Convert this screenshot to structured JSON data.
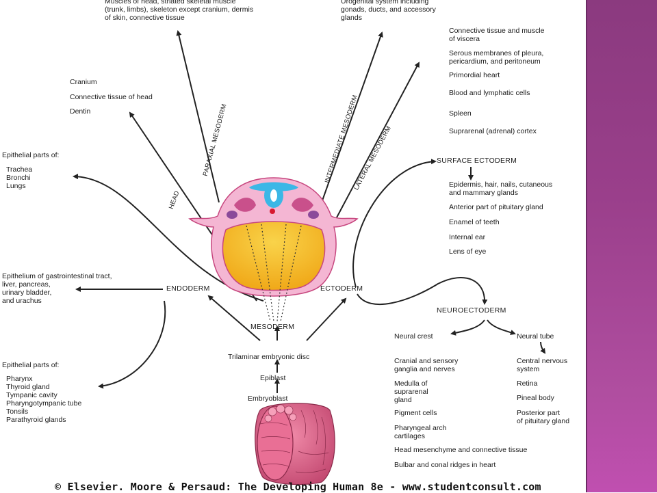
{
  "colors": {
    "stripe": "#9a3f8b",
    "embryo_pink": "#f4b6d3",
    "yolk": "#f5b321",
    "neural_tube": "#3bb7e6",
    "somite": "#c9508b",
    "notochord": "#d7192f"
  },
  "top": {
    "paraxial_targets": "Muscles of head, striated skeletal muscle\n(trunk, limbs), skeleton except cranium, dermis\nof skin, connective tissue",
    "intermediate_targets": "Urogenital system including\ngonads, ducts, and accessory\nglands"
  },
  "head_targets": [
    "Cranium",
    "Connective tissue of head",
    "Dentin"
  ],
  "lateral_targets": [
    "Connective tissue and muscle\nof viscera",
    "Serous membranes of pleura,\npericardium, and peritoneum",
    "Primordial heart",
    "Blood and lymphatic cells",
    "Spleen",
    "Suprarenal (adrenal) cortex"
  ],
  "arrow_labels": {
    "head": "HEAD",
    "paraxial": "PARAXIAL MESODERM",
    "intermediate": "INTERMEDIATE MESODERM",
    "lateral": "LATERAL MESODERM"
  },
  "left": {
    "epithelial_resp_title": "Epithelial parts of:",
    "epithelial_resp_items": "Trachea\nBronchi\nLungs",
    "gi": "Epithelium of gastrointestinal tract,\nliver, pancreas,\nurinary bladder,\nand urachus",
    "epithelial_phar_title": "Epithelial parts of:",
    "epithelial_phar_items": "Pharynx\nThyroid gland\nTympanic cavity\nPharyngotympanic tube\nTonsils\nParathyroid glands"
  },
  "layers": {
    "endoderm": "ENDODERM",
    "ectoderm": "ECTODERM",
    "mesoderm": "MESODERM",
    "trilaminar": "Trilaminar embryonic disc",
    "epiblast": "Epiblast",
    "embryoblast": "Embryoblast"
  },
  "surface_ectoderm": {
    "title": "SURFACE ECTODERM",
    "items": [
      "Epidermis, hair, nails, cutaneous\nand mammary glands",
      "Anterior part of pituitary gland",
      "Enamel of teeth",
      "Internal ear",
      "Lens of eye"
    ]
  },
  "neuroectoderm": {
    "title": "NEUROECTODERM",
    "neural_crest": "Neural crest",
    "neural_tube": "Neural tube",
    "crest_items": [
      "Cranial and sensory\nganglia and nerves",
      "Medulla of\nsuprarenal\ngland",
      "Pigment cells",
      "Pharyngeal arch\ncartilages",
      "Head mesenchyme and connective tissue",
      "Bulbar and conal ridges in heart"
    ],
    "tube_items": [
      "Central nervous\n system",
      "Retina",
      "Pineal body",
      "Posterior part\nof pituitary gland"
    ]
  },
  "footer": "© Elsevier. Moore & Persaud: The Developing Human 8e - www.studentconsult.com"
}
